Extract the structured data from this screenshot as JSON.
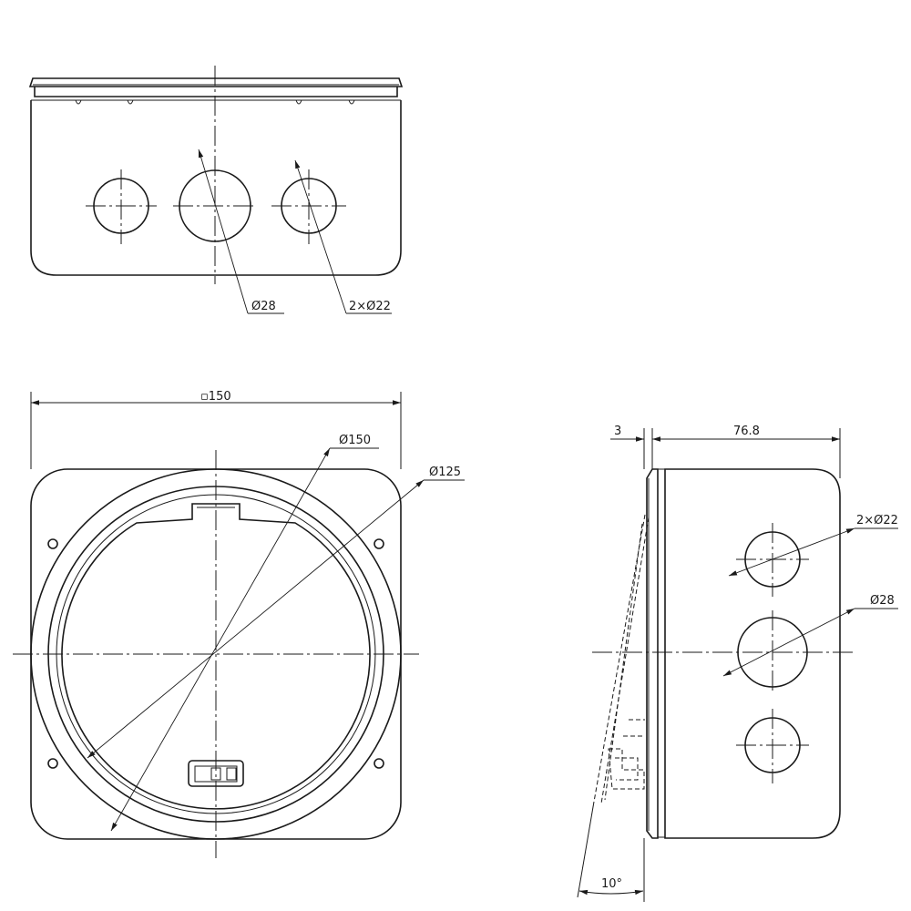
{
  "labels": {
    "top_hole_large": "Ø28",
    "top_hole_small": "2×Ø22",
    "front_square": "▫150",
    "front_dia_outer": "Ø150",
    "front_dia_inner": "Ø125",
    "side_thickness": "3",
    "side_depth": "76.8",
    "side_hole_small": "2×Ø22",
    "side_hole_large": "Ø28",
    "side_angle": "10°"
  }
}
